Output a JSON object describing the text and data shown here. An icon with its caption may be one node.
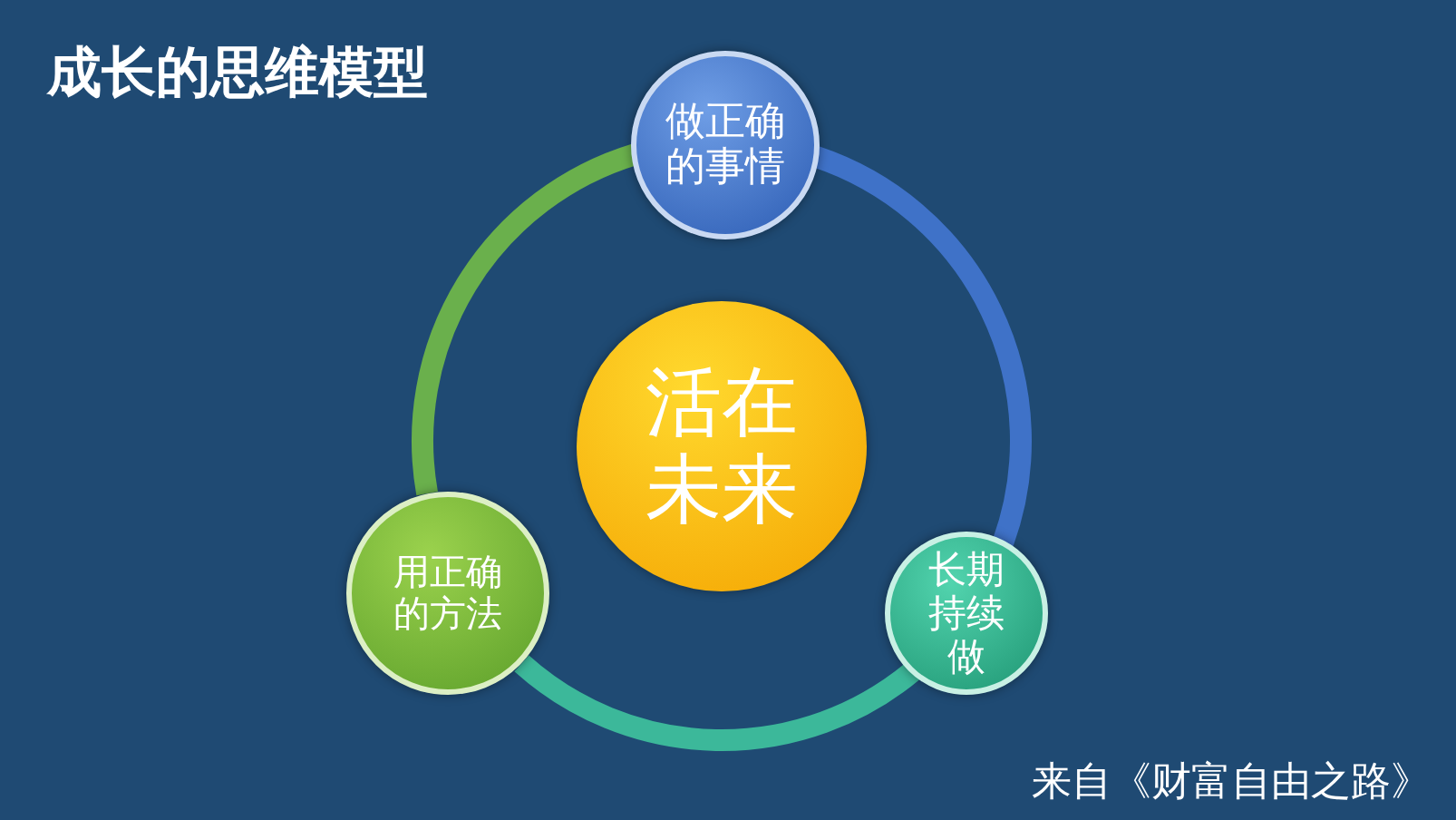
{
  "diagram": {
    "title": "成长的思维模型",
    "nodes": [
      {
        "text": [
          "做正确的事情"
        ]
      },
      {
        "text": [
          "活在未来"
        ]
      },
      {
        "text": [
          "长期持续做"
        ]
      },
      {
        "text": [
          "用正确的方法"
        ]
      }
    ],
    "edges": [
      {
        "from": 0,
        "to": 2,
        "arrow": "none",
        "color": "#3f72c8"
      },
      {
        "from": 2,
        "to": 3,
        "arrow": "none",
        "color": "#3cb89a"
      },
      {
        "from": 3,
        "to": 0,
        "arrow": "none",
        "color": "#6ab04c"
      }
    ],
    "caption": "来自《财富自由之路》"
  }
}
